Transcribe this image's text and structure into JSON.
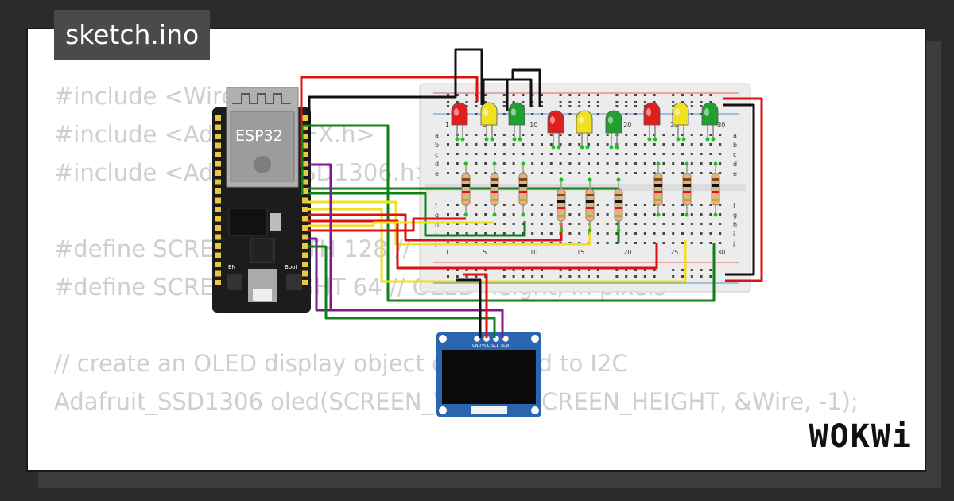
{
  "tab": {
    "title": "sketch.ino"
  },
  "code": {
    "lines": [
      "#include <Wire.h>",
      "#include <Adafruit_GFX.h>",
      "#include <Adafruit_SSD1306.h>",
      "",
      "#define SCREEN_WIDTH 128 //",
      "#define SCREEN_HEIGHT 64 // OLED height, in pixels",
      "",
      "// create an OLED display object connected to I2C",
      "Adafruit_SSD1306 oled(SCREEN_WIDTH, SCREEN_HEIGHT, &Wire, -1);"
    ]
  },
  "board": {
    "label": "ESP32",
    "btn_en": "EN",
    "btn_boot": "Boot"
  },
  "oled": {
    "pins": [
      "GND",
      "VCC",
      "SCL",
      "SDA"
    ]
  },
  "breadboard": {
    "col_numbers": [
      "1",
      "5",
      "10",
      "15",
      "20",
      "25",
      "30"
    ],
    "row_letters_top": [
      "a",
      "b",
      "c",
      "d",
      "e"
    ],
    "row_letters_bottom": [
      "f",
      "g",
      "h",
      "i",
      "j"
    ]
  },
  "leds": [
    {
      "color": "#e01e1e"
    },
    {
      "color": "#f0e020"
    },
    {
      "color": "#20a030"
    },
    {
      "color": "#e01e1e"
    },
    {
      "color": "#f0e020"
    },
    {
      "color": "#20a030"
    },
    {
      "color": "#e01e1e"
    },
    {
      "color": "#f0e020"
    },
    {
      "color": "#20a030"
    }
  ],
  "logo": {
    "text": "WOKWi"
  }
}
